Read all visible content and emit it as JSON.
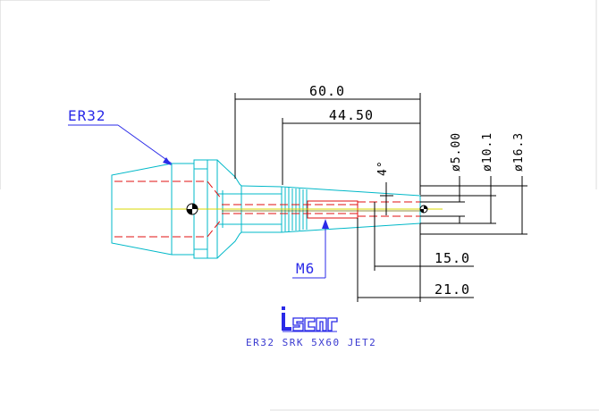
{
  "dimensions": {
    "overall_length": "60.0",
    "inner_length": "44.50",
    "angle": "4°",
    "dia_small": "ø5.00",
    "dia_mid": "ø10.1",
    "dia_large": "ø16.3",
    "len_15": "15.0",
    "len_21": "21.0"
  },
  "labels": {
    "collet": "ER32",
    "thread": "M6"
  },
  "logo": {
    "text": "iscar"
  },
  "caption": "ER32 SRK 5X60 JET2",
  "colors": {
    "outline": "#00b8c8",
    "hidden": "#e01010",
    "center": "#d8d800",
    "leader": "#2a2ae8",
    "dimension": "#000000"
  }
}
